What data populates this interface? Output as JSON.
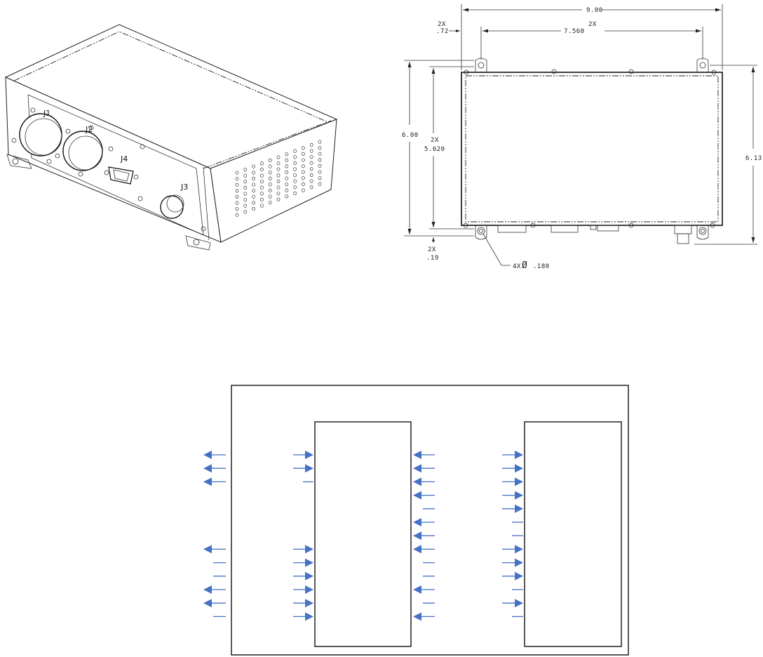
{
  "drawing": {
    "connectors": [
      "J1",
      "J2",
      "J3",
      "J4"
    ],
    "dimensions": {
      "overall_width": "9.00",
      "mount_offset_qty": "2X",
      "mount_offset": ".72",
      "mount_spacing_qty": "2X",
      "mount_spacing": "7.560",
      "overall_height": "6.00",
      "mount_v_spacing_qty": "2X",
      "mount_v_spacing": "5.620",
      "right_height": "6.13",
      "bottom_offset_qty": "2X",
      "bottom_offset": ".19",
      "hole_callout_qty": "4X",
      "hole_callout_symbol": "Ø",
      "hole_callout_dia": ".180"
    }
  },
  "block_diagram": {
    "left_column_arrows": [
      "out",
      "out",
      "out",
      "gap",
      "gap",
      "gap",
      "gap",
      "out",
      "line",
      "line",
      "out",
      "out",
      "line"
    ],
    "inner_left_arrows": [
      "in",
      "in",
      "line",
      "gap",
      "gap",
      "gap",
      "gap",
      "in",
      "in",
      "in",
      "in",
      "in",
      "in"
    ],
    "inner_right_arrows": [
      "out",
      "out",
      "out",
      "out",
      "line",
      "out",
      "out",
      "out",
      "line",
      "line",
      "out",
      "line",
      "out"
    ],
    "right_column_arrows": [
      "in",
      "in",
      "in",
      "in",
      "in",
      "line",
      "line",
      "in",
      "in",
      "in",
      "line",
      "in",
      "line"
    ],
    "arrow_color": "#4472C4"
  }
}
